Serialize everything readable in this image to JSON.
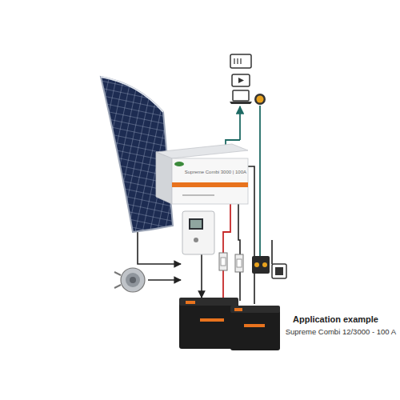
{
  "diagram": {
    "title": "Application example",
    "caption": "Supreme Combi 12/3000 - 100 A",
    "labels": [
      "Supreme Combi 3000 | 100A"
    ]
  }
}
